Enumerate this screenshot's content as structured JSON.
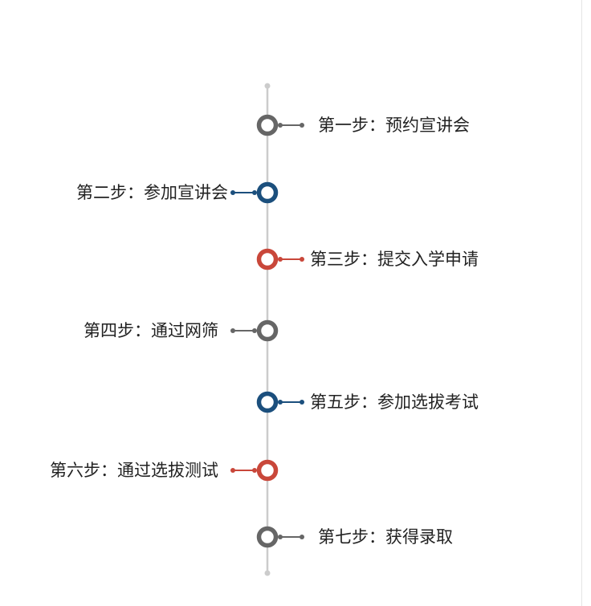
{
  "colors": {
    "gray": "#666666",
    "blue": "#1b4f7d",
    "red": "#c9473a",
    "axis": "#cccccc"
  },
  "steps": [
    {
      "label": "第一步：预约宣讲会",
      "side": "right",
      "color": "gray"
    },
    {
      "label": "第二步：参加宣讲会",
      "side": "left",
      "color": "blue"
    },
    {
      "label": "第三步：提交入学申请",
      "side": "right",
      "color": "red"
    },
    {
      "label": "第四步：通过网筛",
      "side": "left",
      "color": "gray"
    },
    {
      "label": "第五步：参加选拔考试",
      "side": "right",
      "color": "blue"
    },
    {
      "label": "第六步：通过选拔测试",
      "side": "left",
      "color": "red"
    },
    {
      "label": "第七步：获得录取",
      "side": "right",
      "color": "gray"
    }
  ]
}
